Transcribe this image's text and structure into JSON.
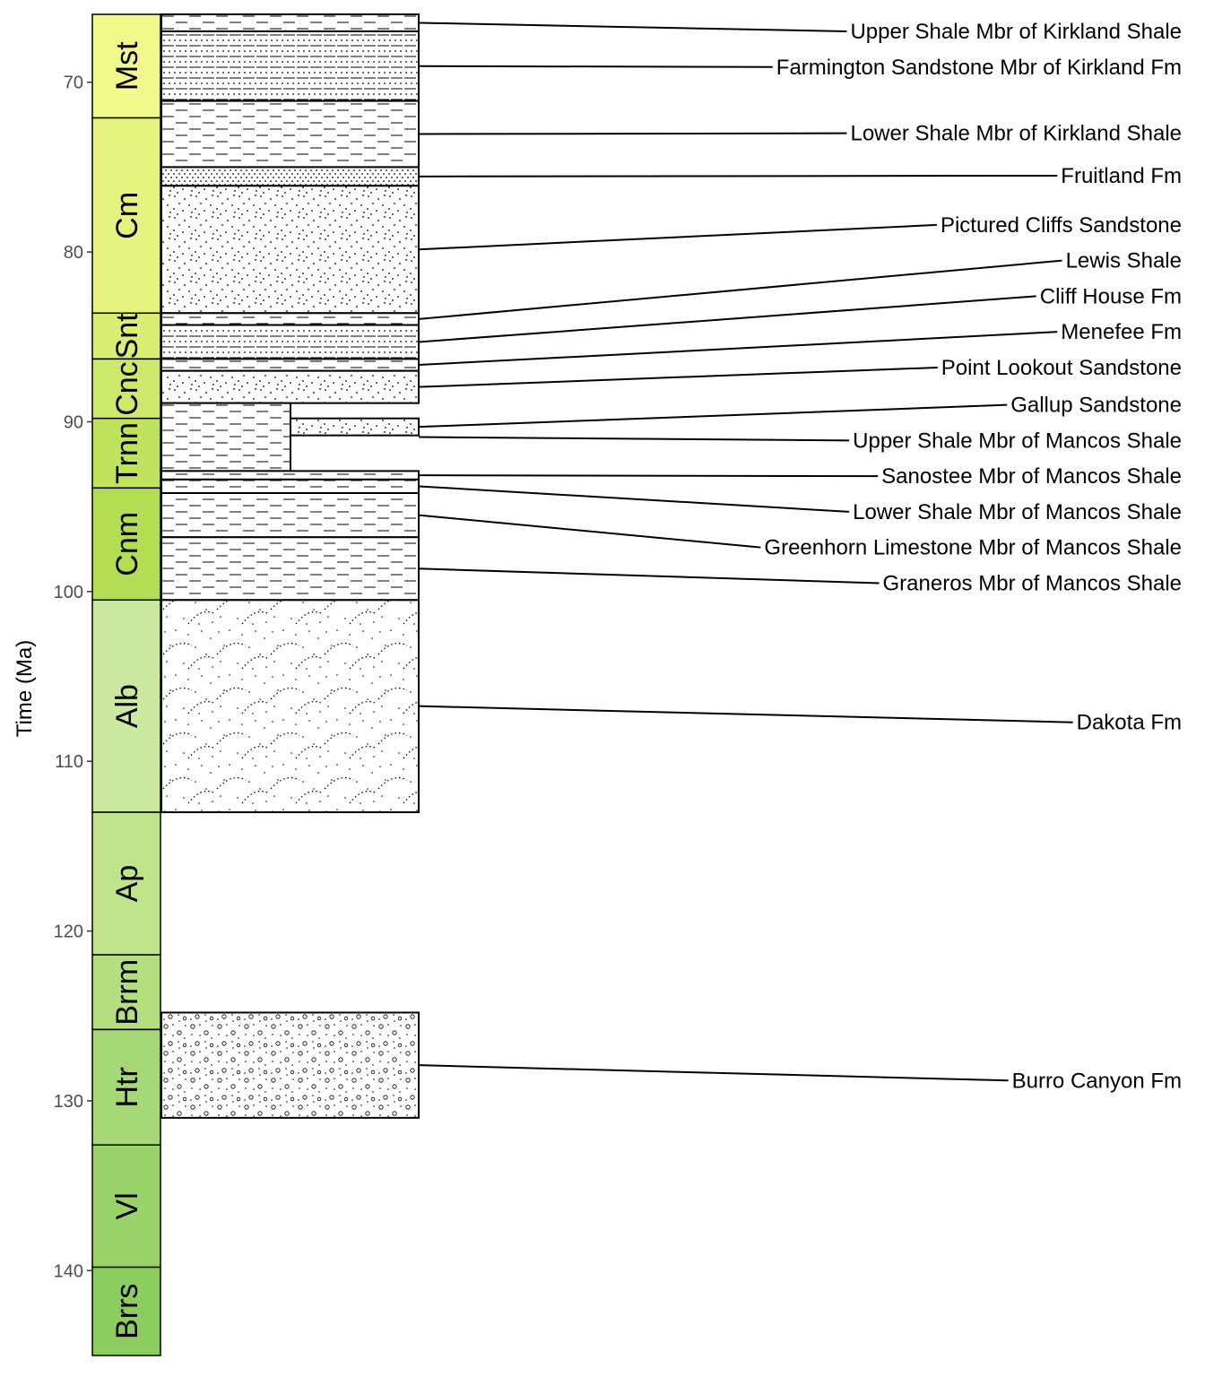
{
  "chart_data": {
    "type": "stratigraphic-column",
    "ylabel": "Time (Ma)",
    "ylim": [
      65.0,
      145.7
    ],
    "yticks": [
      70,
      80,
      90,
      100,
      110,
      120,
      130,
      140
    ],
    "stages": [
      {
        "label": "Mst",
        "top": 66.0,
        "base": 72.1,
        "color": "#f2fa8c"
      },
      {
        "label": "Cm",
        "top": 72.1,
        "base": 83.6,
        "color": "#e6f47f"
      },
      {
        "label": "Snt",
        "top": 83.6,
        "base": 86.3,
        "color": "#d9ef74"
      },
      {
        "label": "Cnc",
        "top": 86.3,
        "base": 89.8,
        "color": "#cce96a"
      },
      {
        "label": "Trnn",
        "top": 89.8,
        "base": 93.9,
        "color": "#bfe35d"
      },
      {
        "label": "Cnm",
        "top": 93.9,
        "base": 100.5,
        "color": "#b3de53"
      },
      {
        "label": "Alb",
        "top": 100.5,
        "base": 113.0,
        "color": "#cce9a0"
      },
      {
        "label": "Ap",
        "top": 113.0,
        "base": 121.4,
        "color": "#bfe48a"
      },
      {
        "label": "Brrm",
        "top": 121.4,
        "base": 125.8,
        "color": "#b3df7f"
      },
      {
        "label": "Htr",
        "top": 125.8,
        "base": 132.6,
        "color": "#a6d975"
      },
      {
        "label": "Vl",
        "top": 132.6,
        "base": 139.8,
        "color": "#99d36a"
      },
      {
        "label": "Brrs",
        "top": 139.8,
        "base": 145.0,
        "color": "#8ccd60"
      }
    ],
    "units": [
      {
        "name": "Upper Shale Mbr of Kirkland Shale",
        "top": 66.0,
        "base": 67.0,
        "lithology": "shale",
        "width": "full",
        "label_y": 66.0
      },
      {
        "name": "Farmington Sandstone Mbr of Kirkland Fm",
        "top": 67.0,
        "base": 71.1,
        "lithology": "interbedded-shale-sand",
        "width": "full",
        "label_y": 68.1
      },
      {
        "name": "Lower Shale Mbr of Kirkland Shale",
        "top": 71.1,
        "base": 75.0,
        "lithology": "shale",
        "width": "full",
        "label_y": 72.0
      },
      {
        "name": "Fruitland Fm",
        "top": 75.0,
        "base": 76.1,
        "lithology": "silty-sandstone",
        "width": "full",
        "label_y": 74.5
      },
      {
        "name": "Pictured Cliffs Sandstone",
        "top": 76.1,
        "base": 83.6,
        "lithology": "sandstone",
        "width": "full",
        "label_y": 77.4
      },
      {
        "name": "Lewis Shale",
        "top": 83.6,
        "base": 84.3,
        "lithology": "shale",
        "width": "full",
        "label_y": 79.5
      },
      {
        "name": "Cliff House Fm",
        "top": 84.3,
        "base": 86.3,
        "lithology": "interbedded-shale-sand",
        "width": "full",
        "label_y": 81.6
      },
      {
        "name": "Menefee Fm",
        "top": 86.3,
        "base": 87.0,
        "lithology": "shale",
        "width": "full",
        "label_y": 83.7
      },
      {
        "name": "Point Lookout Sandstone",
        "top": 87.0,
        "base": 88.9,
        "lithology": "sandstone",
        "width": "full",
        "label_y": 85.8
      },
      {
        "name": "Gallup Sandstone",
        "top": 89.8,
        "base": 90.8,
        "lithology": "sandstone",
        "width": "narrow",
        "label_y": 88.0
      },
      {
        "name": "Upper Shale Mbr of Mancos Shale",
        "top": 88.9,
        "base": 92.9,
        "lithology": "shale",
        "width": "wide-left",
        "label_y": 90.1
      },
      {
        "name": "Sanostee Mbr of Mancos Shale",
        "top": 92.9,
        "base": 93.4,
        "lithology": "shale",
        "width": "full",
        "label_y": 92.2
      },
      {
        "name": "Lower Shale Mbr of Mancos Shale",
        "top": 93.4,
        "base": 94.2,
        "lithology": "shale",
        "width": "full",
        "label_y": 94.3
      },
      {
        "name": "Greenhorn Limestone Mbr of Mancos Shale",
        "top": 94.2,
        "base": 96.8,
        "lithology": "shale",
        "width": "full",
        "label_y": 96.4
      },
      {
        "name": "Graneros Mbr of Mancos Shale",
        "top": 96.8,
        "base": 100.5,
        "lithology": "shale",
        "width": "full",
        "label_y": 98.5
      },
      {
        "name": "Dakota Fm",
        "top": 100.5,
        "base": 113.0,
        "lithology": "cross-bedded-sandstone",
        "width": "full",
        "label_y": 106.7
      },
      {
        "name": "Burro Canyon Fm",
        "top": 124.8,
        "base": 131.0,
        "lithology": "conglomeratic-sandstone",
        "width": "full",
        "label_y": 127.8
      }
    ]
  }
}
